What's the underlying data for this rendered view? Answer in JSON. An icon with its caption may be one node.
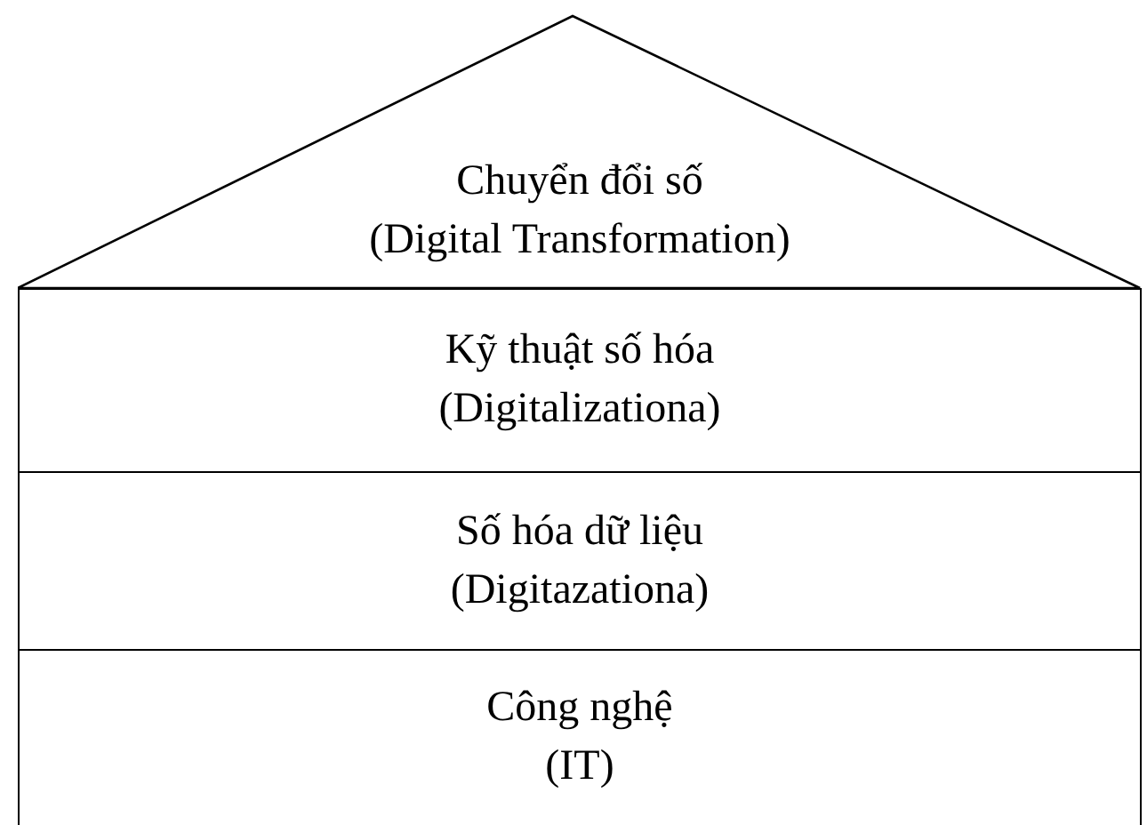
{
  "diagram": {
    "nodes": [
      {
        "text": [
          "Chuyển đổi số",
          "(Digital Transformation)"
        ]
      },
      {
        "text": [
          "Kỹ thuật số hóa",
          "(Digitalizationa)"
        ]
      },
      {
        "text": [
          "Số hóa dữ liệu",
          "(Digitazationa)"
        ]
      },
      {
        "text": [
          "Công nghệ",
          "(IT)"
        ]
      }
    ]
  }
}
